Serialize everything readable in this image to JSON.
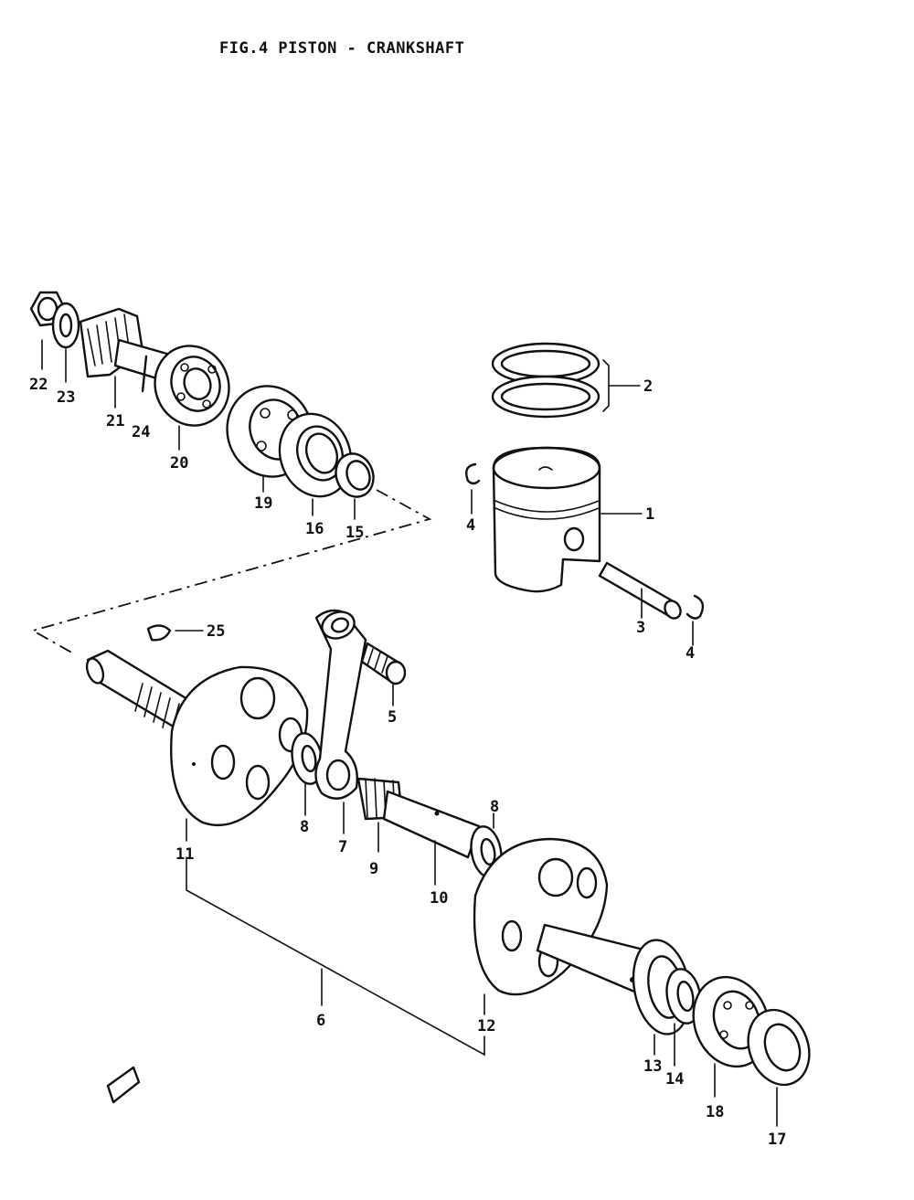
{
  "title": "FIG.4  PISTON - CRANKSHAFT",
  "callouts": [
    {
      "id": "1"
    },
    {
      "id": "2"
    },
    {
      "id": "3"
    },
    {
      "id": "4a",
      "text": "4"
    },
    {
      "id": "4b",
      "text": "4"
    },
    {
      "id": "5"
    },
    {
      "id": "6"
    },
    {
      "id": "7"
    },
    {
      "id": "8a",
      "text": "8"
    },
    {
      "id": "8b",
      "text": "8"
    },
    {
      "id": "9"
    },
    {
      "id": "10"
    },
    {
      "id": "11"
    },
    {
      "id": "12"
    },
    {
      "id": "13"
    },
    {
      "id": "14"
    },
    {
      "id": "15"
    },
    {
      "id": "16"
    },
    {
      "id": "17"
    },
    {
      "id": "18"
    },
    {
      "id": "19"
    },
    {
      "id": "20"
    },
    {
      "id": "21"
    },
    {
      "id": "22"
    },
    {
      "id": "23"
    },
    {
      "id": "24"
    },
    {
      "id": "25"
    }
  ]
}
